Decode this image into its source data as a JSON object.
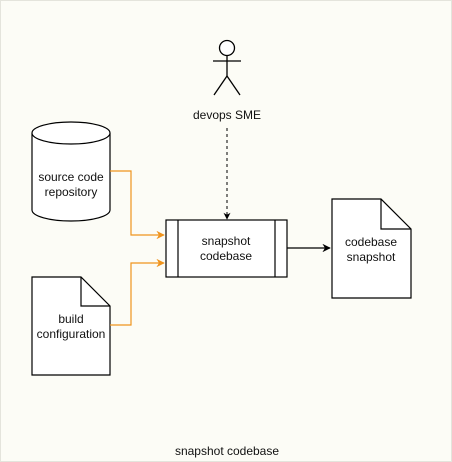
{
  "diagram": {
    "caption": "snapshot codebase",
    "actor": {
      "label": "devops SME",
      "icon": "stick-figure-icon"
    },
    "repository": {
      "line1": "source code",
      "line2": "repository",
      "icon": "database-cylinder-icon"
    },
    "build_config": {
      "line1": "build",
      "line2": "configuration",
      "icon": "document-icon"
    },
    "process": {
      "line1": "snapshot",
      "line2": "codebase"
    },
    "output": {
      "line1": "codebase",
      "line2": "snapshot",
      "icon": "document-icon"
    },
    "colors": {
      "background": "#fcfcf6",
      "stroke": "#000000",
      "accent_arrow": "#f0941e",
      "shape_fill": "#ffffff"
    }
  }
}
